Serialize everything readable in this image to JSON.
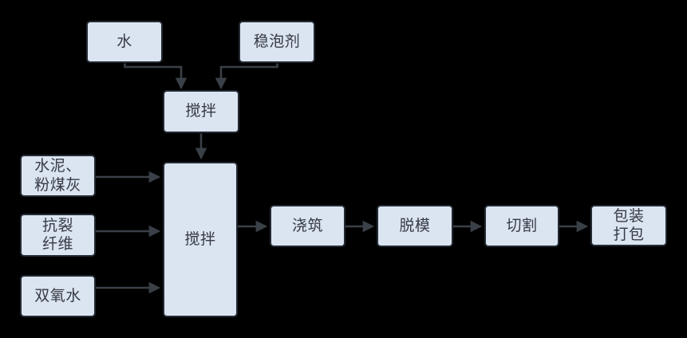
{
  "diagram": {
    "type": "flowchart",
    "background": "#000000",
    "palette": {
      "node_fill": "#dbe4f1",
      "node_border": "#232a33",
      "edge_color": "#3a4047",
      "text_color": "#363b44"
    },
    "nodes": {
      "water": {
        "label": "水"
      },
      "stabilizer": {
        "label": "稳泡剂"
      },
      "premix": {
        "label": "搅拌"
      },
      "cement_flyash": {
        "label": "水泥、\n粉煤灰"
      },
      "fiber": {
        "label": "抗裂\n纤维"
      },
      "peroxide": {
        "label": "双氧水"
      },
      "main_mix": {
        "label": "搅拌"
      },
      "pouring": {
        "label": "浇筑"
      },
      "demolding": {
        "label": "脱模"
      },
      "cutting": {
        "label": "切割"
      },
      "packing": {
        "label": "包装\n打包"
      }
    },
    "edges": [
      {
        "from": "water",
        "to": "premix"
      },
      {
        "from": "stabilizer",
        "to": "premix"
      },
      {
        "from": "premix",
        "to": "main_mix"
      },
      {
        "from": "cement_flyash",
        "to": "main_mix"
      },
      {
        "from": "fiber",
        "to": "main_mix"
      },
      {
        "from": "peroxide",
        "to": "main_mix"
      },
      {
        "from": "main_mix",
        "to": "pouring"
      },
      {
        "from": "pouring",
        "to": "demolding"
      },
      {
        "from": "demolding",
        "to": "cutting"
      },
      {
        "from": "cutting",
        "to": "packing"
      }
    ]
  }
}
